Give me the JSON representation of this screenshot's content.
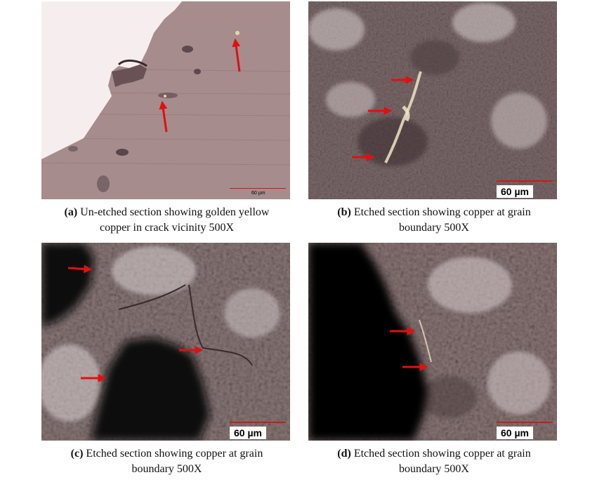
{
  "figure": {
    "panels": [
      {
        "tag": "(a)",
        "caption_line1": "Un-etched section showing golden yellow",
        "caption_line2": "copper in crack vicinity 500X",
        "scale_bar": "60 µm"
      },
      {
        "tag": "(b)",
        "caption_line1": "Etched section showing copper at grain",
        "caption_line2": "boundary 500X",
        "scale_bar": "60 µm"
      },
      {
        "tag": "(c)",
        "caption_line1": "Etched section showing copper at grain",
        "caption_line2": "boundary 500X",
        "scale_bar": "60 µm"
      },
      {
        "tag": "(d)",
        "caption_line1": "Etched section showing copper at grain",
        "caption_line2": "boundary 500X",
        "scale_bar": "60 µm"
      }
    ]
  },
  "colors": {
    "arrow": "#e01010",
    "scale_line": "#d01818",
    "unetched_matrix": "#a58b8b",
    "etched_matrix": "#6b5a5a"
  }
}
